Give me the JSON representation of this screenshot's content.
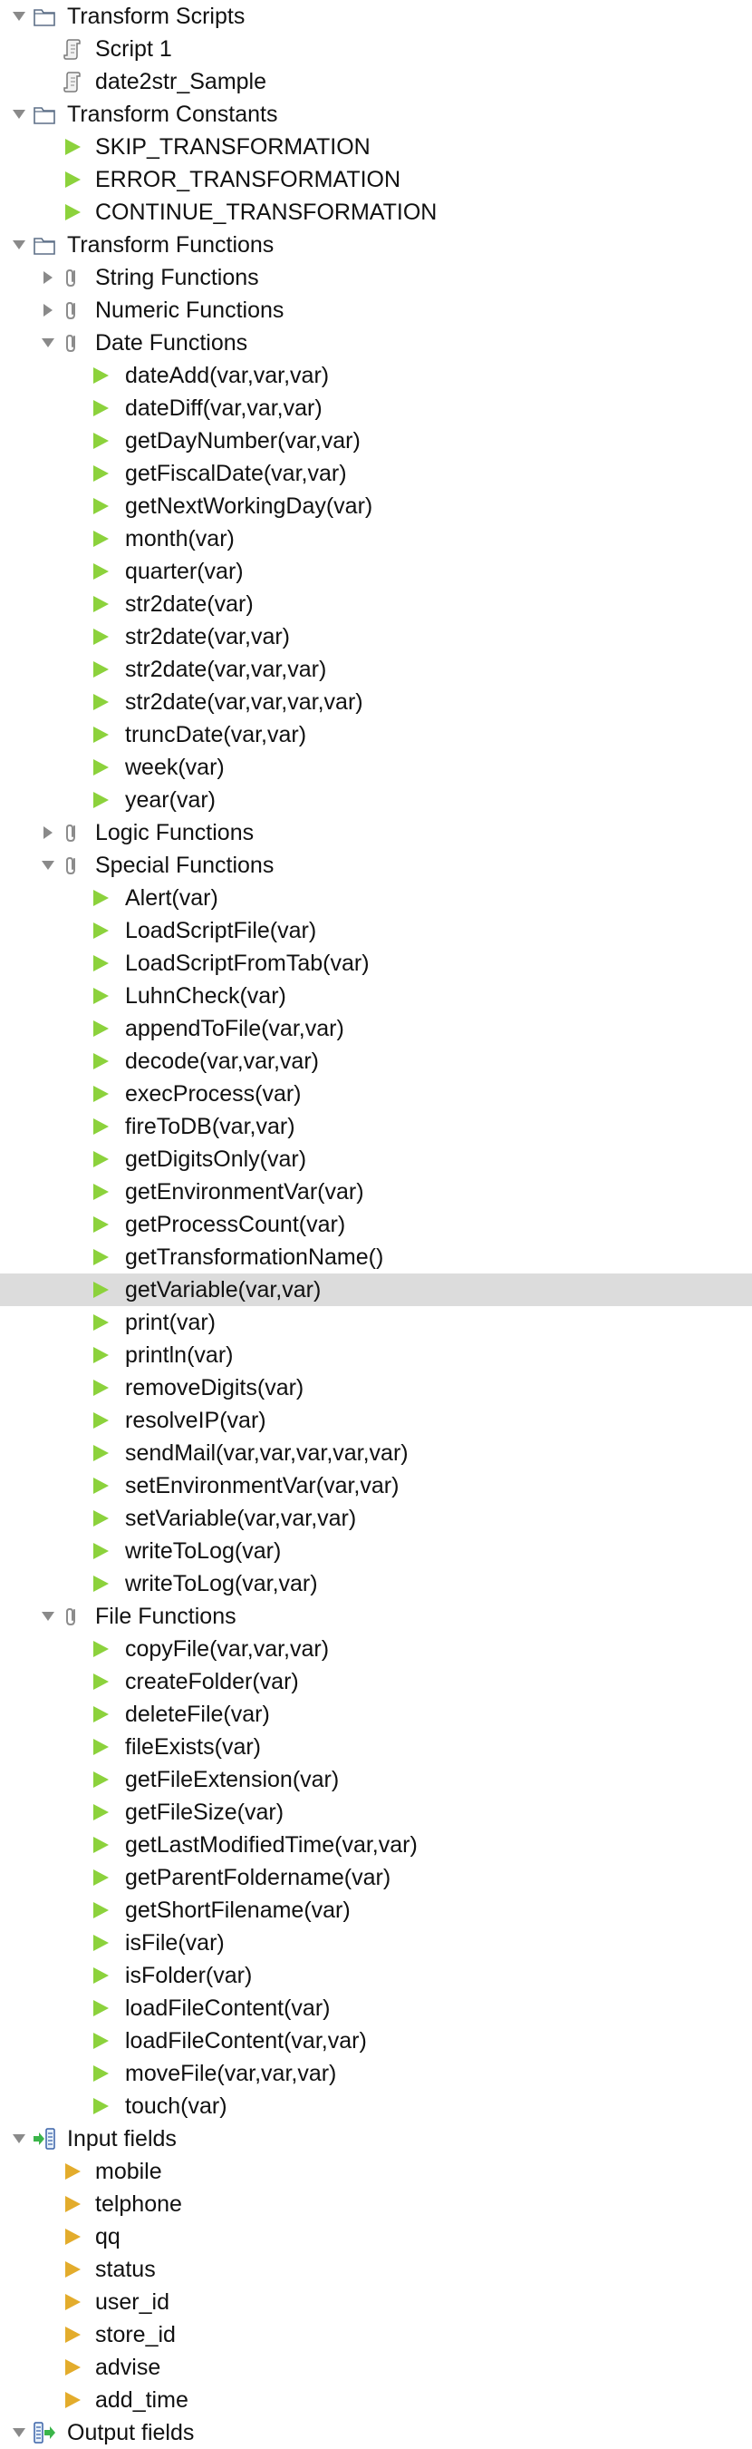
{
  "tree": [
    {
      "label": "Transform Scripts",
      "level": 0,
      "icon": "folder-icon",
      "expander": "expanded"
    },
    {
      "label": "Script 1",
      "level": 1,
      "icon": "script-icon"
    },
    {
      "label": "date2str_Sample",
      "level": 1,
      "icon": "script-icon"
    },
    {
      "label": "Transform Constants",
      "level": 0,
      "icon": "folder-icon",
      "expander": "expanded"
    },
    {
      "label": "SKIP_TRANSFORMATION",
      "level": 1,
      "icon": "constant-icon"
    },
    {
      "label": "ERROR_TRANSFORMATION",
      "level": 1,
      "icon": "constant-icon"
    },
    {
      "label": "CONTINUE_TRANSFORMATION",
      "level": 1,
      "icon": "constant-icon"
    },
    {
      "label": "Transform Functions",
      "level": 0,
      "icon": "folder-icon",
      "expander": "expanded"
    },
    {
      "label": "String Functions",
      "level": 1,
      "icon": "function-category-icon",
      "expander": "collapsed"
    },
    {
      "label": "Numeric Functions",
      "level": 1,
      "icon": "function-category-icon",
      "expander": "collapsed"
    },
    {
      "label": "Date Functions",
      "level": 1,
      "icon": "function-category-icon",
      "expander": "expanded"
    },
    {
      "label": "dateAdd(var,var,var)",
      "level": 2,
      "icon": "function-icon"
    },
    {
      "label": "dateDiff(var,var,var)",
      "level": 2,
      "icon": "function-icon"
    },
    {
      "label": "getDayNumber(var,var)",
      "level": 2,
      "icon": "function-icon"
    },
    {
      "label": "getFiscalDate(var,var)",
      "level": 2,
      "icon": "function-icon"
    },
    {
      "label": "getNextWorkingDay(var)",
      "level": 2,
      "icon": "function-icon"
    },
    {
      "label": "month(var)",
      "level": 2,
      "icon": "function-icon"
    },
    {
      "label": "quarter(var)",
      "level": 2,
      "icon": "function-icon"
    },
    {
      "label": "str2date(var)",
      "level": 2,
      "icon": "function-icon"
    },
    {
      "label": "str2date(var,var)",
      "level": 2,
      "icon": "function-icon"
    },
    {
      "label": "str2date(var,var,var)",
      "level": 2,
      "icon": "function-icon"
    },
    {
      "label": "str2date(var,var,var,var)",
      "level": 2,
      "icon": "function-icon"
    },
    {
      "label": "truncDate(var,var)",
      "level": 2,
      "icon": "function-icon"
    },
    {
      "label": "week(var)",
      "level": 2,
      "icon": "function-icon"
    },
    {
      "label": "year(var)",
      "level": 2,
      "icon": "function-icon"
    },
    {
      "label": "Logic Functions",
      "level": 1,
      "icon": "function-category-icon",
      "expander": "collapsed"
    },
    {
      "label": "Special Functions",
      "level": 1,
      "icon": "function-category-icon",
      "expander": "expanded"
    },
    {
      "label": "Alert(var)",
      "level": 2,
      "icon": "function-icon"
    },
    {
      "label": "LoadScriptFile(var)",
      "level": 2,
      "icon": "function-icon"
    },
    {
      "label": "LoadScriptFromTab(var)",
      "level": 2,
      "icon": "function-icon"
    },
    {
      "label": "LuhnCheck(var)",
      "level": 2,
      "icon": "function-icon"
    },
    {
      "label": "appendToFile(var,var)",
      "level": 2,
      "icon": "function-icon"
    },
    {
      "label": "decode(var,var,var)",
      "level": 2,
      "icon": "function-icon"
    },
    {
      "label": "execProcess(var)",
      "level": 2,
      "icon": "function-icon"
    },
    {
      "label": "fireToDB(var,var)",
      "level": 2,
      "icon": "function-icon"
    },
    {
      "label": "getDigitsOnly(var)",
      "level": 2,
      "icon": "function-icon"
    },
    {
      "label": "getEnvironmentVar(var)",
      "level": 2,
      "icon": "function-icon"
    },
    {
      "label": "getProcessCount(var)",
      "level": 2,
      "icon": "function-icon"
    },
    {
      "label": "getTransformationName()",
      "level": 2,
      "icon": "function-icon"
    },
    {
      "label": "getVariable(var,var)",
      "level": 2,
      "icon": "function-icon",
      "selected": true
    },
    {
      "label": "print(var)",
      "level": 2,
      "icon": "function-icon"
    },
    {
      "label": "println(var)",
      "level": 2,
      "icon": "function-icon"
    },
    {
      "label": "removeDigits(var)",
      "level": 2,
      "icon": "function-icon"
    },
    {
      "label": "resolveIP(var)",
      "level": 2,
      "icon": "function-icon"
    },
    {
      "label": "sendMail(var,var,var,var,var)",
      "level": 2,
      "icon": "function-icon"
    },
    {
      "label": "setEnvironmentVar(var,var)",
      "level": 2,
      "icon": "function-icon"
    },
    {
      "label": "setVariable(var,var,var)",
      "level": 2,
      "icon": "function-icon"
    },
    {
      "label": "writeToLog(var)",
      "level": 2,
      "icon": "function-icon"
    },
    {
      "label": "writeToLog(var,var)",
      "level": 2,
      "icon": "function-icon"
    },
    {
      "label": "File Functions",
      "level": 1,
      "icon": "function-category-icon",
      "expander": "expanded"
    },
    {
      "label": "copyFile(var,var,var)",
      "level": 2,
      "icon": "function-icon"
    },
    {
      "label": "createFolder(var)",
      "level": 2,
      "icon": "function-icon"
    },
    {
      "label": "deleteFile(var)",
      "level": 2,
      "icon": "function-icon"
    },
    {
      "label": "fileExists(var)",
      "level": 2,
      "icon": "function-icon"
    },
    {
      "label": "getFileExtension(var)",
      "level": 2,
      "icon": "function-icon"
    },
    {
      "label": "getFileSize(var)",
      "level": 2,
      "icon": "function-icon"
    },
    {
      "label": "getLastModifiedTime(var,var)",
      "level": 2,
      "icon": "function-icon"
    },
    {
      "label": "getParentFoldername(var)",
      "level": 2,
      "icon": "function-icon"
    },
    {
      "label": "getShortFilename(var)",
      "level": 2,
      "icon": "function-icon"
    },
    {
      "label": "isFile(var)",
      "level": 2,
      "icon": "function-icon"
    },
    {
      "label": "isFolder(var)",
      "level": 2,
      "icon": "function-icon"
    },
    {
      "label": "loadFileContent(var)",
      "level": 2,
      "icon": "function-icon"
    },
    {
      "label": "loadFileContent(var,var)",
      "level": 2,
      "icon": "function-icon"
    },
    {
      "label": "moveFile(var,var,var)",
      "level": 2,
      "icon": "function-icon"
    },
    {
      "label": "touch(var)",
      "level": 2,
      "icon": "function-icon"
    },
    {
      "label": "Input fields",
      "level": 0,
      "icon": "input-fields-icon",
      "expander": "expanded"
    },
    {
      "label": "mobile",
      "level": 1,
      "icon": "field-icon"
    },
    {
      "label": "telphone",
      "level": 1,
      "icon": "field-icon"
    },
    {
      "label": "qq",
      "level": 1,
      "icon": "field-icon"
    },
    {
      "label": "status",
      "level": 1,
      "icon": "field-icon"
    },
    {
      "label": "user_id",
      "level": 1,
      "icon": "field-icon"
    },
    {
      "label": "store_id",
      "level": 1,
      "icon": "field-icon"
    },
    {
      "label": "advise",
      "level": 1,
      "icon": "field-icon"
    },
    {
      "label": "add_time",
      "level": 1,
      "icon": "field-icon"
    },
    {
      "label": "Output fields",
      "level": 0,
      "icon": "output-fields-icon",
      "expander": "expanded"
    }
  ],
  "colors": {
    "selection": "#dcdcdc",
    "function_green": "#8cd23c",
    "field_orange": "#e3ac2c",
    "folder_stroke": "#5d6f87",
    "expander_gray": "#8a8a8a"
  }
}
